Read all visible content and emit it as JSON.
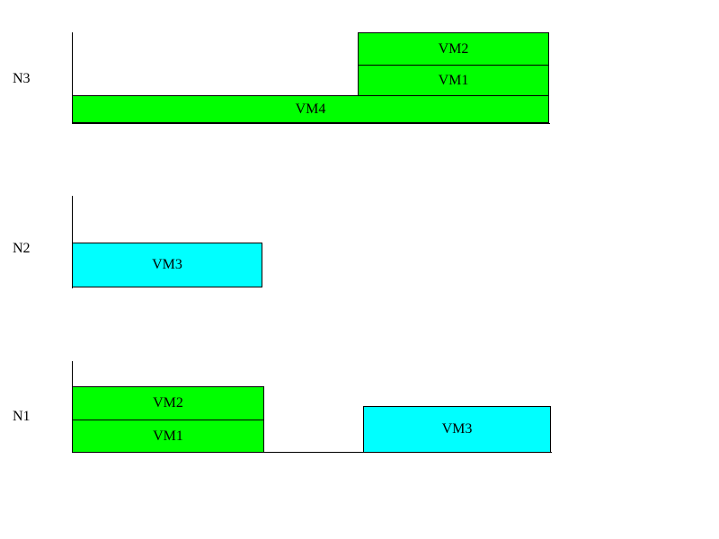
{
  "colors": {
    "green": "#00ff00",
    "cyan": "#00ffff",
    "line": "#000000"
  },
  "nodes": {
    "n3": {
      "label": "N3",
      "vms": {
        "vm2": "VM2",
        "vm1": "VM1",
        "vm4": "VM4"
      }
    },
    "n2": {
      "label": "N2",
      "vms": {
        "vm3": "VM3"
      }
    },
    "n1": {
      "label": "N1",
      "vms": {
        "vm2": "VM2",
        "vm1": "VM1",
        "vm3": "VM3"
      }
    }
  }
}
